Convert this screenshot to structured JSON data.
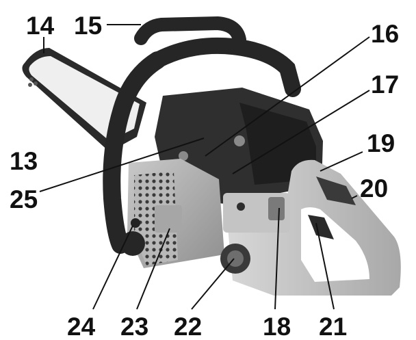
{
  "figure": {
    "callouts": [
      {
        "id": "c13",
        "number": "13"
      },
      {
        "id": "c14",
        "number": "14"
      },
      {
        "id": "c15",
        "number": "15"
      },
      {
        "id": "c16",
        "number": "16"
      },
      {
        "id": "c17",
        "number": "17"
      },
      {
        "id": "c18",
        "number": "18"
      },
      {
        "id": "c19",
        "number": "19"
      },
      {
        "id": "c20",
        "number": "20"
      },
      {
        "id": "c21",
        "number": "21"
      },
      {
        "id": "c22",
        "number": "22"
      },
      {
        "id": "c23",
        "number": "23"
      },
      {
        "id": "c24",
        "number": "24"
      },
      {
        "id": "c25",
        "number": "25"
      }
    ]
  }
}
